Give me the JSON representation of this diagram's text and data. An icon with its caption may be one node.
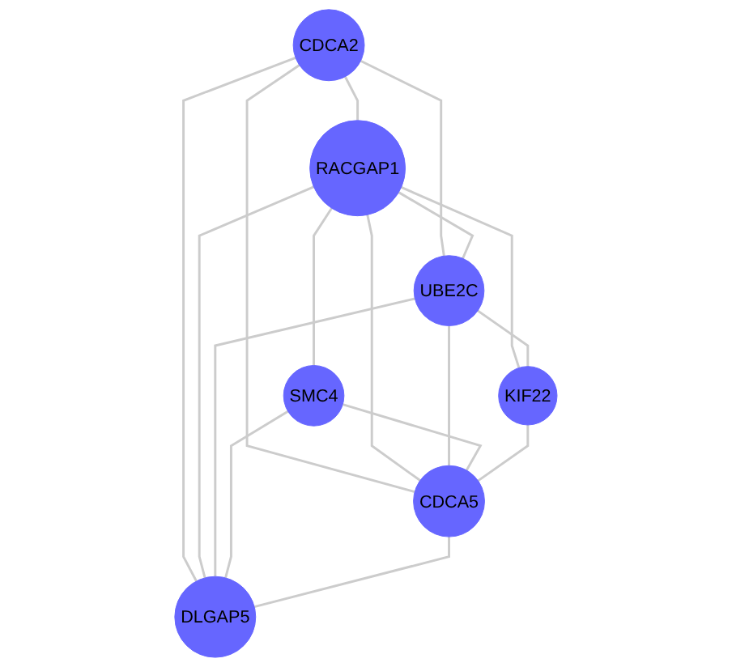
{
  "diagram": {
    "nodes": [
      {
        "text": [
          "CDCA2"
        ]
      },
      {
        "text": [
          "RACGAP1"
        ]
      },
      {
        "text": [
          "UBE2C"
        ]
      },
      {
        "text": [
          "SMC4"
        ]
      },
      {
        "text": [
          "KIF22"
        ]
      },
      {
        "text": [
          "DLGAP5"
        ]
      },
      {
        "text": [
          "CDCA5"
        ]
      }
    ],
    "edges": [
      {
        "from": 0,
        "to": 1,
        "arrow": "none"
      },
      {
        "from": 0,
        "to": 2,
        "arrow": "none"
      },
      {
        "from": 0,
        "to": 6,
        "arrow": "none"
      },
      {
        "from": 0,
        "to": 5,
        "arrow": "none"
      },
      {
        "from": 1,
        "to": 2,
        "arrow": "none"
      },
      {
        "from": 1,
        "to": 4,
        "arrow": "none"
      },
      {
        "from": 1,
        "to": 6,
        "arrow": "none"
      },
      {
        "from": 1,
        "to": 5,
        "arrow": "none"
      },
      {
        "from": 1,
        "to": 3,
        "arrow": "none"
      },
      {
        "from": 2,
        "to": 4,
        "arrow": "none"
      },
      {
        "from": 2,
        "to": 6,
        "arrow": "none"
      },
      {
        "from": 2,
        "to": 5,
        "arrow": "none"
      },
      {
        "from": 3,
        "to": 6,
        "arrow": "none"
      },
      {
        "from": 3,
        "to": 5,
        "arrow": "none"
      },
      {
        "from": 4,
        "to": 6,
        "arrow": "none"
      },
      {
        "from": 6,
        "to": 5,
        "arrow": "none"
      }
    ]
  }
}
